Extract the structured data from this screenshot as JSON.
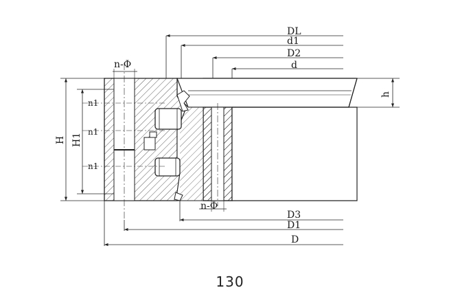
{
  "diagram": {
    "top_dims": [
      "DL",
      "d1",
      "D2",
      "d"
    ],
    "bottom_dims": [
      "D3",
      "D1",
      "D"
    ],
    "height_total": "H",
    "height_inner": "H1",
    "h_label": "h",
    "hole_top": "n-Φ",
    "hole_bottom": "n-Φ",
    "n_labels": [
      "n1",
      "n1",
      "n1"
    ]
  },
  "page_number": "130"
}
